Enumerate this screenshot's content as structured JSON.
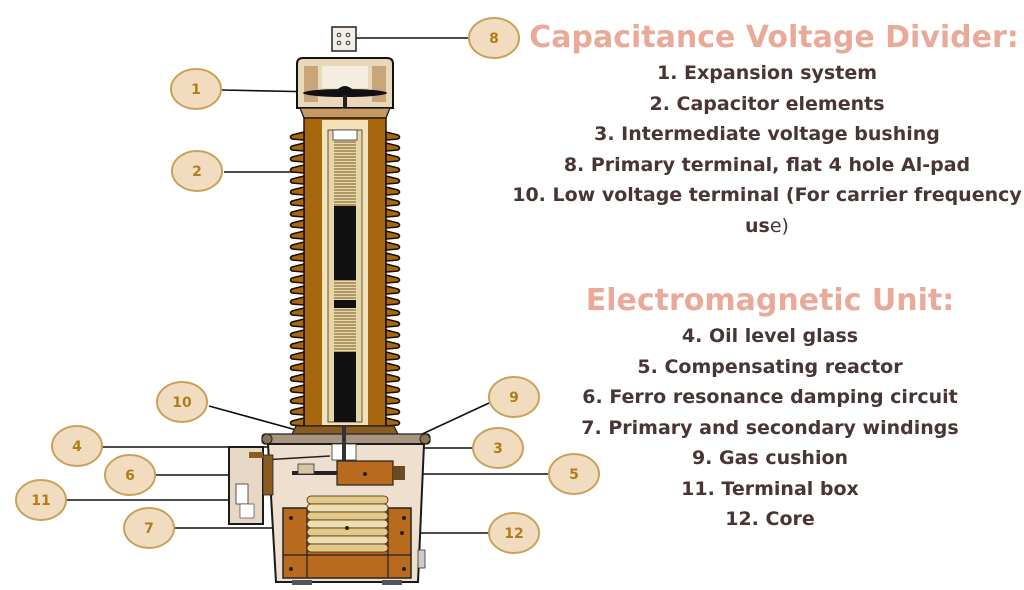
{
  "colors": {
    "heading": "#e9aa99",
    "body_text": "#4a3535",
    "callout_fill": "#f2dcc0",
    "callout_stroke": "#c9a25a",
    "callout_text": "#b07d1a",
    "porcelain": "#a8660f",
    "tank_interior": "#eedfcf",
    "core": "#b86a1e"
  },
  "capacitance_voltage_divider": {
    "heading": "Capacitance Voltage Divider:",
    "items": [
      "1. Expansion system",
      "2. Capacitor elements",
      "3. Intermediate voltage bushing",
      "8. Primary terminal, flat 4 hole Al-pad",
      "10. Low voltage terminal (For carrier frequency"
    ],
    "continuation_bold": "us",
    "continuation_regular": "e)"
  },
  "electromagnetic_unit": {
    "heading": "Electromagnetic Unit:",
    "items": [
      "4. Oil level glass",
      "5. Compensating reactor",
      "6. Ferro resonance damping circuit",
      "7. Primary and secondary windings",
      "9. Gas cushion",
      "11. Terminal box",
      "12. Core"
    ]
  },
  "callouts": [
    {
      "number": "1",
      "part": "Expansion system"
    },
    {
      "number": "2",
      "part": "Capacitor elements"
    },
    {
      "number": "3",
      "part": "Intermediate voltage bushing"
    },
    {
      "number": "4",
      "part": "Oil level glass"
    },
    {
      "number": "5",
      "part": "Compensating reactor"
    },
    {
      "number": "6",
      "part": "Ferro resonance damping circuit"
    },
    {
      "number": "7",
      "part": "Primary and secondary windings"
    },
    {
      "number": "8",
      "part": "Primary terminal, flat 4 hole Al-pad"
    },
    {
      "number": "9",
      "part": "Gas cushion"
    },
    {
      "number": "10",
      "part": "Low voltage terminal"
    },
    {
      "number": "11",
      "part": "Terminal box"
    },
    {
      "number": "12",
      "part": "Core"
    }
  ]
}
